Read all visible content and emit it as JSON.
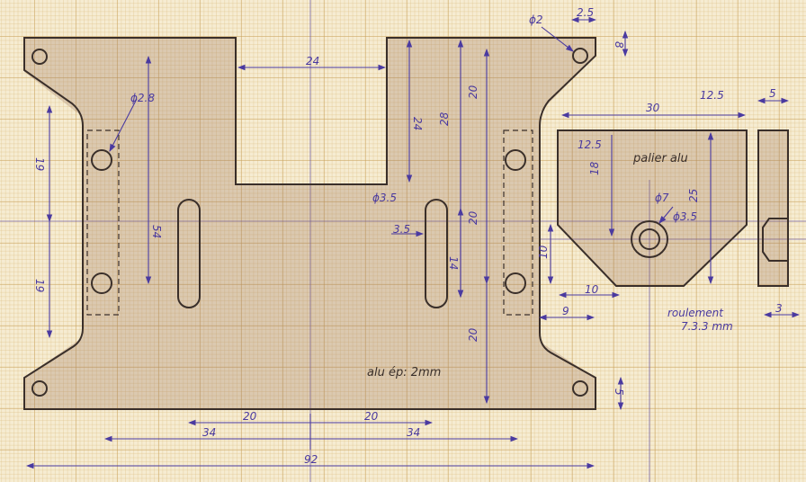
{
  "plate": {
    "material_note": "alu ép: 2mm",
    "dims": {
      "notch_width": "24",
      "notch_depth": "24",
      "d_hole_28": "ϕ2.8",
      "d_hole_2": "ϕ2",
      "edge_25": "2.5",
      "edge_8": "8",
      "left_19_top": "19",
      "left_19_bottom": "19",
      "span_54": "54",
      "span_28": "28",
      "right_20_top": "20",
      "right_20_mid": "20",
      "right_20_bottom": "20",
      "slot_d": "ϕ3.5",
      "slot_w": "3.5",
      "slot_len": "14",
      "dim_9": "9",
      "dim_5": "5",
      "bottom_20_left": "20",
      "bottom_20_right": "20",
      "bottom_34_left": "34",
      "bottom_34_right": "34",
      "total_92": "92"
    }
  },
  "palier": {
    "title": "palier alu",
    "dims": {
      "width_30": "30",
      "half_125_left": "12.5",
      "half_125_right": "12.5",
      "height_18": "18",
      "height_25": "25",
      "d7": "ϕ7",
      "d35": "ϕ3.5",
      "chamfer_10_v": "10",
      "chamfer_10_h": "10",
      "side_5": "5",
      "side_3": "3"
    },
    "bearing_note": [
      "roulement",
      "7.3.3 mm"
    ]
  }
}
